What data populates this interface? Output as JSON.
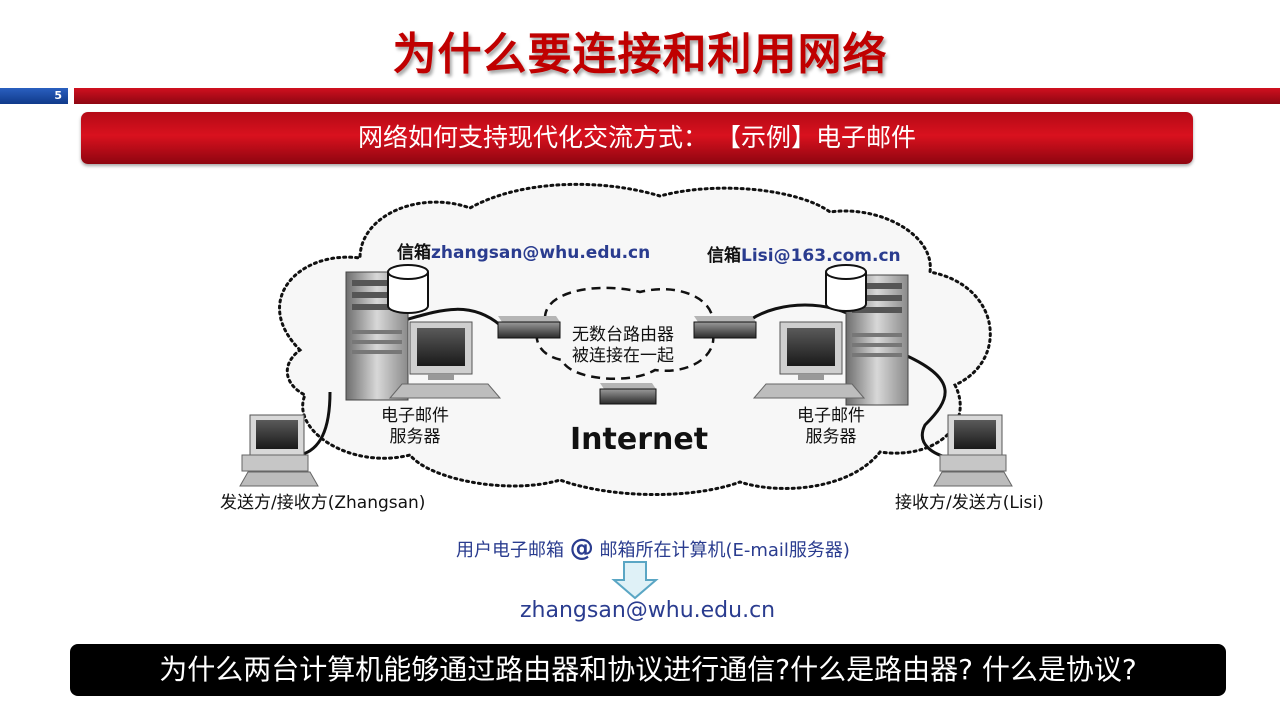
{
  "title": "为什么要连接和利用网络",
  "page_number": "5",
  "banner": "网络如何支持现代化交流方式：  【示例】电子邮件",
  "diagram": {
    "left_mailbox_prefix": "信箱",
    "left_mailbox_address": "zhangsan@whu.edu.cn",
    "right_mailbox_prefix": "信箱",
    "right_mailbox_address": "Lisi@163.com.cn",
    "routers_line1": "无数台路由器",
    "routers_line2": "被连接在一起",
    "left_server_line1": "电子邮件",
    "left_server_line2": "服务器",
    "right_server_line1": "电子邮件",
    "right_server_line2": "服务器",
    "internet": "Internet",
    "left_client": "发送方/接收方(Zhangsan)",
    "right_client": "接收方/发送方(Lisi)"
  },
  "format": {
    "prefix": "用户电子邮箱 ",
    "at": "@",
    "suffix": " 邮箱所在计算机(E-mail服务器)",
    "result": "zhangsan@whu.edu.cn"
  },
  "question": "为什么两台计算机能够通过路由器和协议进行通信?什么是路由器? 什么是协议?",
  "colors": {
    "title_red": "#c00000",
    "banner_red": "#d9111e",
    "accent_blue": "#2a3c8f",
    "arrow_fill": "#dff1f7",
    "arrow_stroke": "#5aa6c4"
  }
}
